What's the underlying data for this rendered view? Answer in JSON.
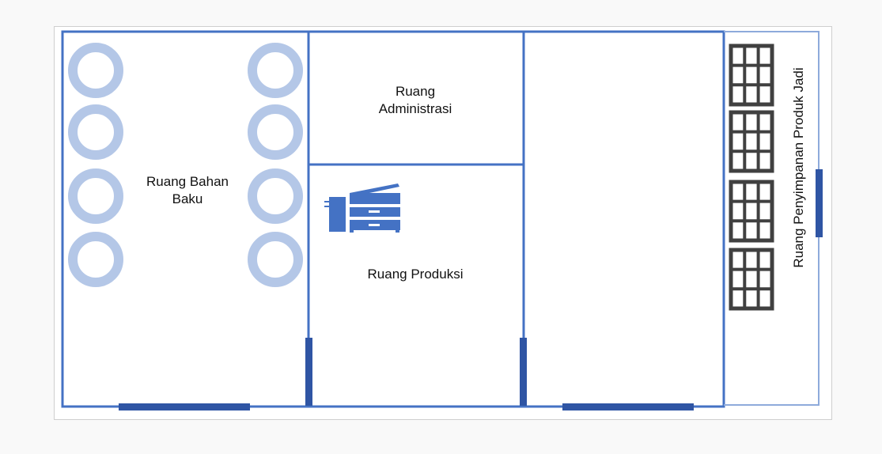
{
  "rooms": {
    "bahan_baku": {
      "line1": "Ruang Bahan",
      "line2": "Baku"
    },
    "administrasi": {
      "line1": "Ruang",
      "line2": "Administrasi"
    },
    "produksi": "Ruang Produksi",
    "penyimpanan": "Ruang Penyimpanan Produk Jadi"
  },
  "colors": {
    "wall": "#4472c4",
    "door": "#2f55a4",
    "tank": "#b4c7e7",
    "shelf": "#404040",
    "machine": "#4472c4"
  },
  "icons": [
    "tank-icon",
    "copier-machine-icon",
    "shelf-icon"
  ]
}
